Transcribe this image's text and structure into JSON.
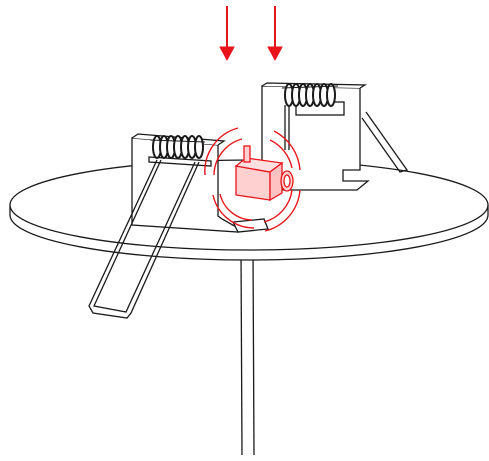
{
  "colors": {
    "line": "#1a1a1a",
    "accent": "#e8141b",
    "accent_fill": "#ffd0d0",
    "background": "#ffffff"
  },
  "scene": {
    "subject": "ceiling-lamp-spring-clip-mount",
    "arrows": [
      "push-down-arrow-left",
      "push-down-arrow-right"
    ],
    "highlight": "connector-housing-with-vibration-marks"
  }
}
